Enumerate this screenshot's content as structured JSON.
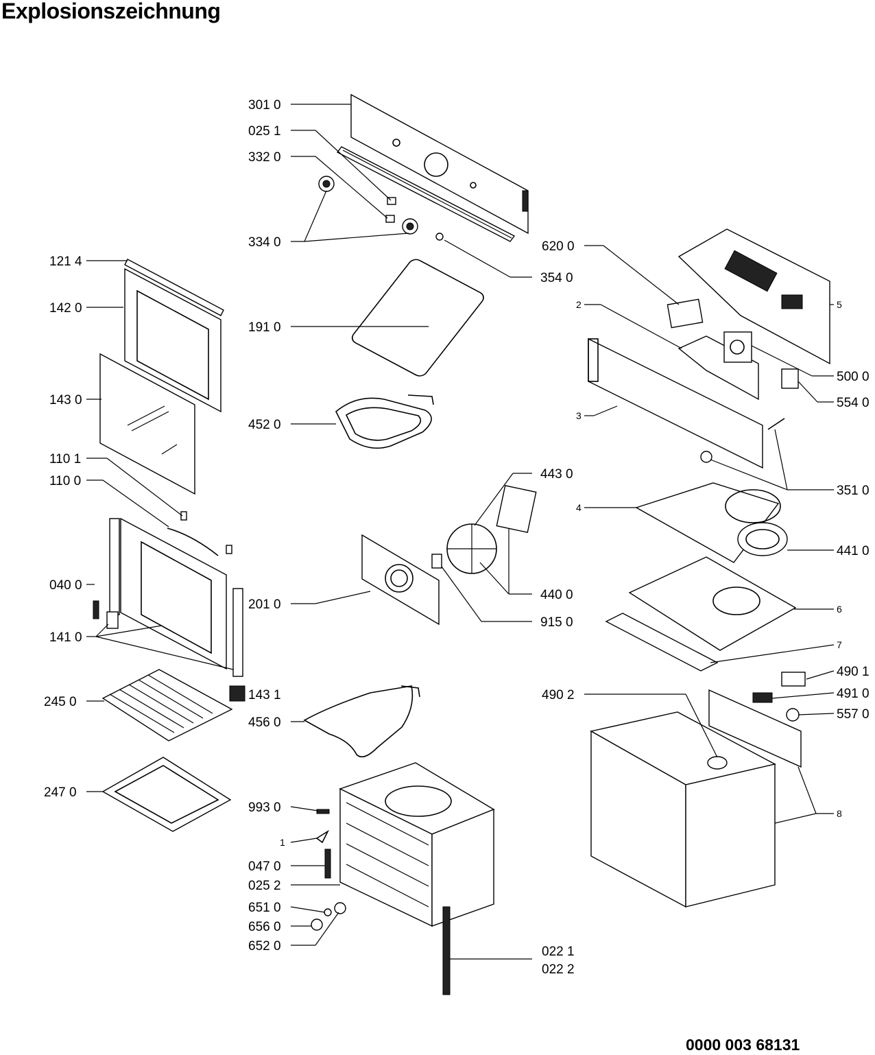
{
  "title": "Explosionszeichnung",
  "document_number": "0000 003 68131",
  "callouts": [
    {
      "id": "c3010",
      "label": "301 0"
    },
    {
      "id": "c0251",
      "label": "025 1"
    },
    {
      "id": "c3320",
      "label": "332 0"
    },
    {
      "id": "c3340",
      "label": "334 0"
    },
    {
      "id": "c3540",
      "label": "354 0"
    },
    {
      "id": "c1214",
      "label": "121 4"
    },
    {
      "id": "c1420",
      "label": "142 0"
    },
    {
      "id": "c1910",
      "label": "191 0"
    },
    {
      "id": "c1430",
      "label": "143 0"
    },
    {
      "id": "c4520",
      "label": "452 0"
    },
    {
      "id": "c1101",
      "label": "110 1"
    },
    {
      "id": "c1100",
      "label": "110 0"
    },
    {
      "id": "c0400",
      "label": "040 0"
    },
    {
      "id": "c1410",
      "label": "141 0"
    },
    {
      "id": "c2010",
      "label": "201 0"
    },
    {
      "id": "c4430",
      "label": "443 0"
    },
    {
      "id": "c4400",
      "label": "440 0"
    },
    {
      "id": "c9150",
      "label": "915 0"
    },
    {
      "id": "c2450",
      "label": "245 0"
    },
    {
      "id": "c1431",
      "label": "143 1"
    },
    {
      "id": "c4560",
      "label": "456 0"
    },
    {
      "id": "c2470",
      "label": "247 0"
    },
    {
      "id": "c9930",
      "label": "993 0"
    },
    {
      "id": "c1",
      "label": "1"
    },
    {
      "id": "c0470",
      "label": "047 0"
    },
    {
      "id": "c0252",
      "label": "025 2"
    },
    {
      "id": "c6510",
      "label": "651 0"
    },
    {
      "id": "c6560",
      "label": "656 0"
    },
    {
      "id": "c6520",
      "label": "652 0"
    },
    {
      "id": "c0221",
      "label": "022 1"
    },
    {
      "id": "c0222",
      "label": "022 2"
    },
    {
      "id": "c6200",
      "label": "620 0"
    },
    {
      "id": "c5",
      "label": "5"
    },
    {
      "id": "c2",
      "label": "2"
    },
    {
      "id": "c5000",
      "label": "500 0"
    },
    {
      "id": "c5540",
      "label": "554 0"
    },
    {
      "id": "c3",
      "label": "3"
    },
    {
      "id": "c3510",
      "label": "351 0"
    },
    {
      "id": "c4",
      "label": "4"
    },
    {
      "id": "c4410",
      "label": "441 0"
    },
    {
      "id": "c6",
      "label": "6"
    },
    {
      "id": "c7",
      "label": "7"
    },
    {
      "id": "c4901",
      "label": "490 1"
    },
    {
      "id": "c4902",
      "label": "490 2"
    },
    {
      "id": "c4910",
      "label": "491 0"
    },
    {
      "id": "c5570",
      "label": "557 0"
    },
    {
      "id": "c8",
      "label": "8"
    }
  ]
}
